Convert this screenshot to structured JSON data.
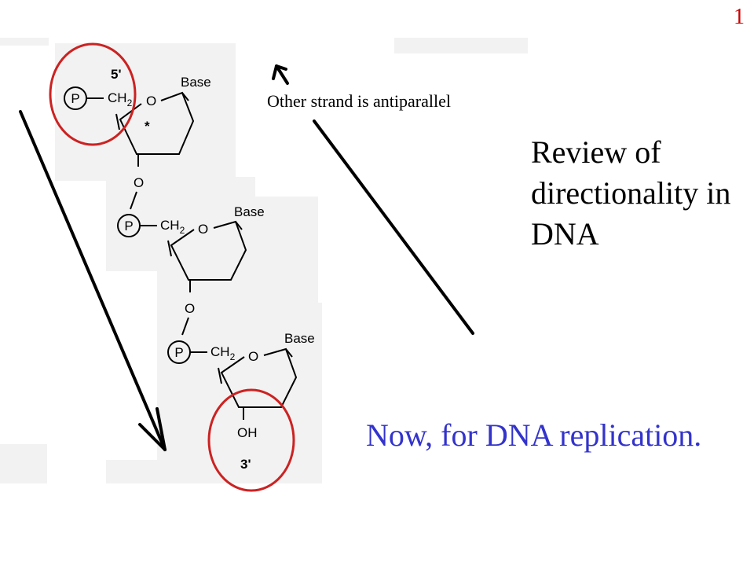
{
  "slide": {
    "number": "1",
    "title_lines": [
      "Review of",
      "directionality in",
      "DNA"
    ],
    "subtitle": "Now, for DNA replication."
  },
  "diagram": {
    "annotation": "Other strand is antiparallel",
    "five_prime_label": "5'",
    "three_prime_label": "3'",
    "phosphate_label": "P",
    "ch2_label": "CH",
    "ch2_subscript": "2",
    "ring_oxygen_label": "O",
    "linker_oxygen_label": "O",
    "base_label": "Base",
    "hydroxyl_label": "OH",
    "asterisk": "*"
  },
  "colors": {
    "title": "#000000",
    "subtitle": "#3333cc",
    "slide_number": "#cc0000",
    "highlight_circle": "#cc2222",
    "scan_background": "#f2f2f2"
  }
}
